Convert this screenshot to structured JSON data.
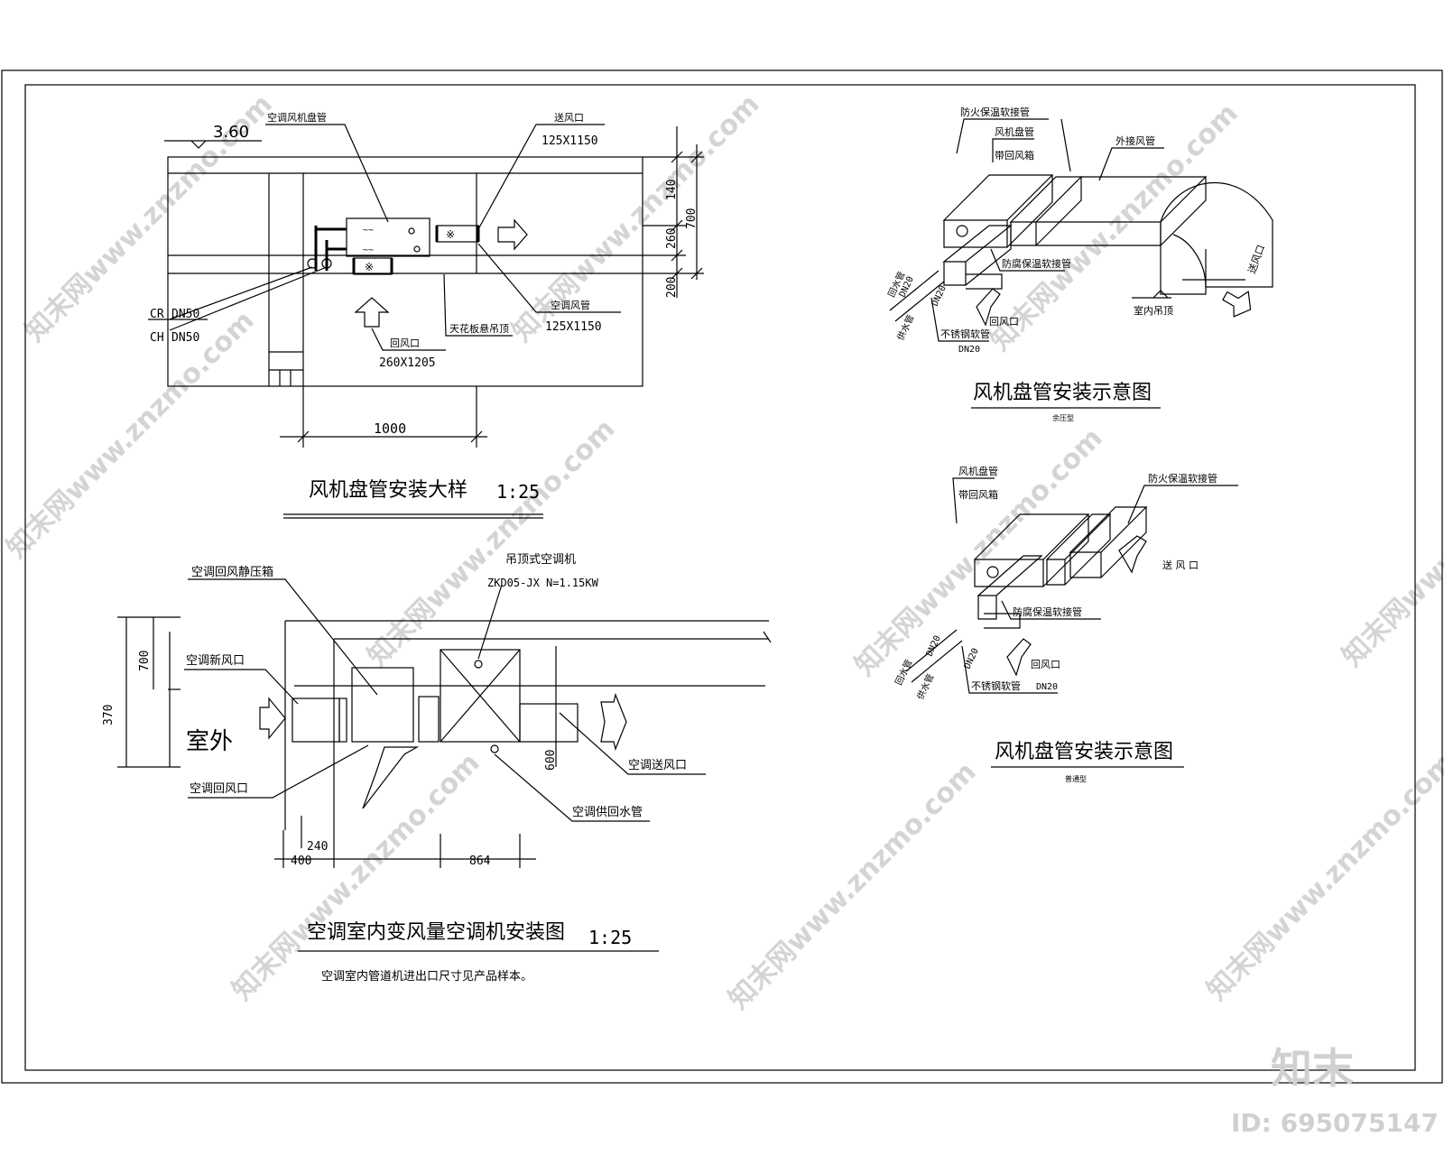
{
  "watermark": {
    "site": "知末网www.znzmo.com",
    "logo": "知末",
    "id": "ID: 695075147"
  },
  "detail1": {
    "title": "风机盘管安装大样",
    "scale": "1:25",
    "elevation": "3.60",
    "labels": {
      "fcu": "空调风机盘管",
      "supply_outlet": "送风口",
      "supply_size": "125X1150",
      "supply_duct": "空调风管",
      "supply_duct_size": "125X1150",
      "ceiling": "天花板悬吊顶",
      "return_outlet": "回风口",
      "return_size": "260X1205",
      "cr": "CR",
      "cr_dn": "DN50",
      "ch": "CH",
      "ch_dn": "DN50"
    },
    "dims": {
      "d140": "140",
      "d260": "260",
      "d200": "200",
      "d700": "700",
      "d1000": "1000"
    }
  },
  "detail2": {
    "title": "空调室内变风量空调机安装图",
    "scale": "1:25",
    "note": "空调室内管道机进出口尺寸见产品样本。",
    "labels": {
      "unit": "吊顶式空调机",
      "model": "ZKD05-JX  N=1.15KW",
      "plenum": "空调回风静压箱",
      "fresh_air": "空调新风口",
      "outdoor": "室外",
      "return": "空调回风口",
      "supply": "空调送风口",
      "water": "空调供回水管"
    },
    "dims": {
      "d700": "700",
      "d370": "370",
      "d600": "600",
      "d240": "240",
      "d400": "400",
      "d864": "864"
    }
  },
  "iso1": {
    "title": "风机盘管安装示意图",
    "subtitle": "余压型",
    "labels": {
      "fire_joint": "防火保温软接管",
      "fcu": "风机盘管",
      "return_box": "带回风箱",
      "ext_duct": "外接风管",
      "anti_joint": "防腐保温软接管",
      "return_pipe": "回水管",
      "supply_pipe": "供水管",
      "dn20a": "DN20",
      "dn20b": "DN20",
      "return_air": "回风口",
      "steel_hose": "不锈钢软管",
      "dn20c": "DN20",
      "supply_air": "送风口",
      "ceiling": "室内吊顶"
    }
  },
  "iso2": {
    "title": "风机盘管安装示意图",
    "subtitle": "普通型",
    "labels": {
      "fcu": "风机盘管",
      "return_box": "带回风箱",
      "fire_joint": "防火保温软接管",
      "supply_air": "送 风 口",
      "anti_joint": "防腐保温软接管",
      "dn20a": "DN20",
      "dn20b": "DN20",
      "return_pipe": "回水管",
      "supply_pipe": "供水管",
      "return_air": "回风口",
      "steel_hose": "不锈钢软管",
      "dn20c": "DN20"
    }
  }
}
